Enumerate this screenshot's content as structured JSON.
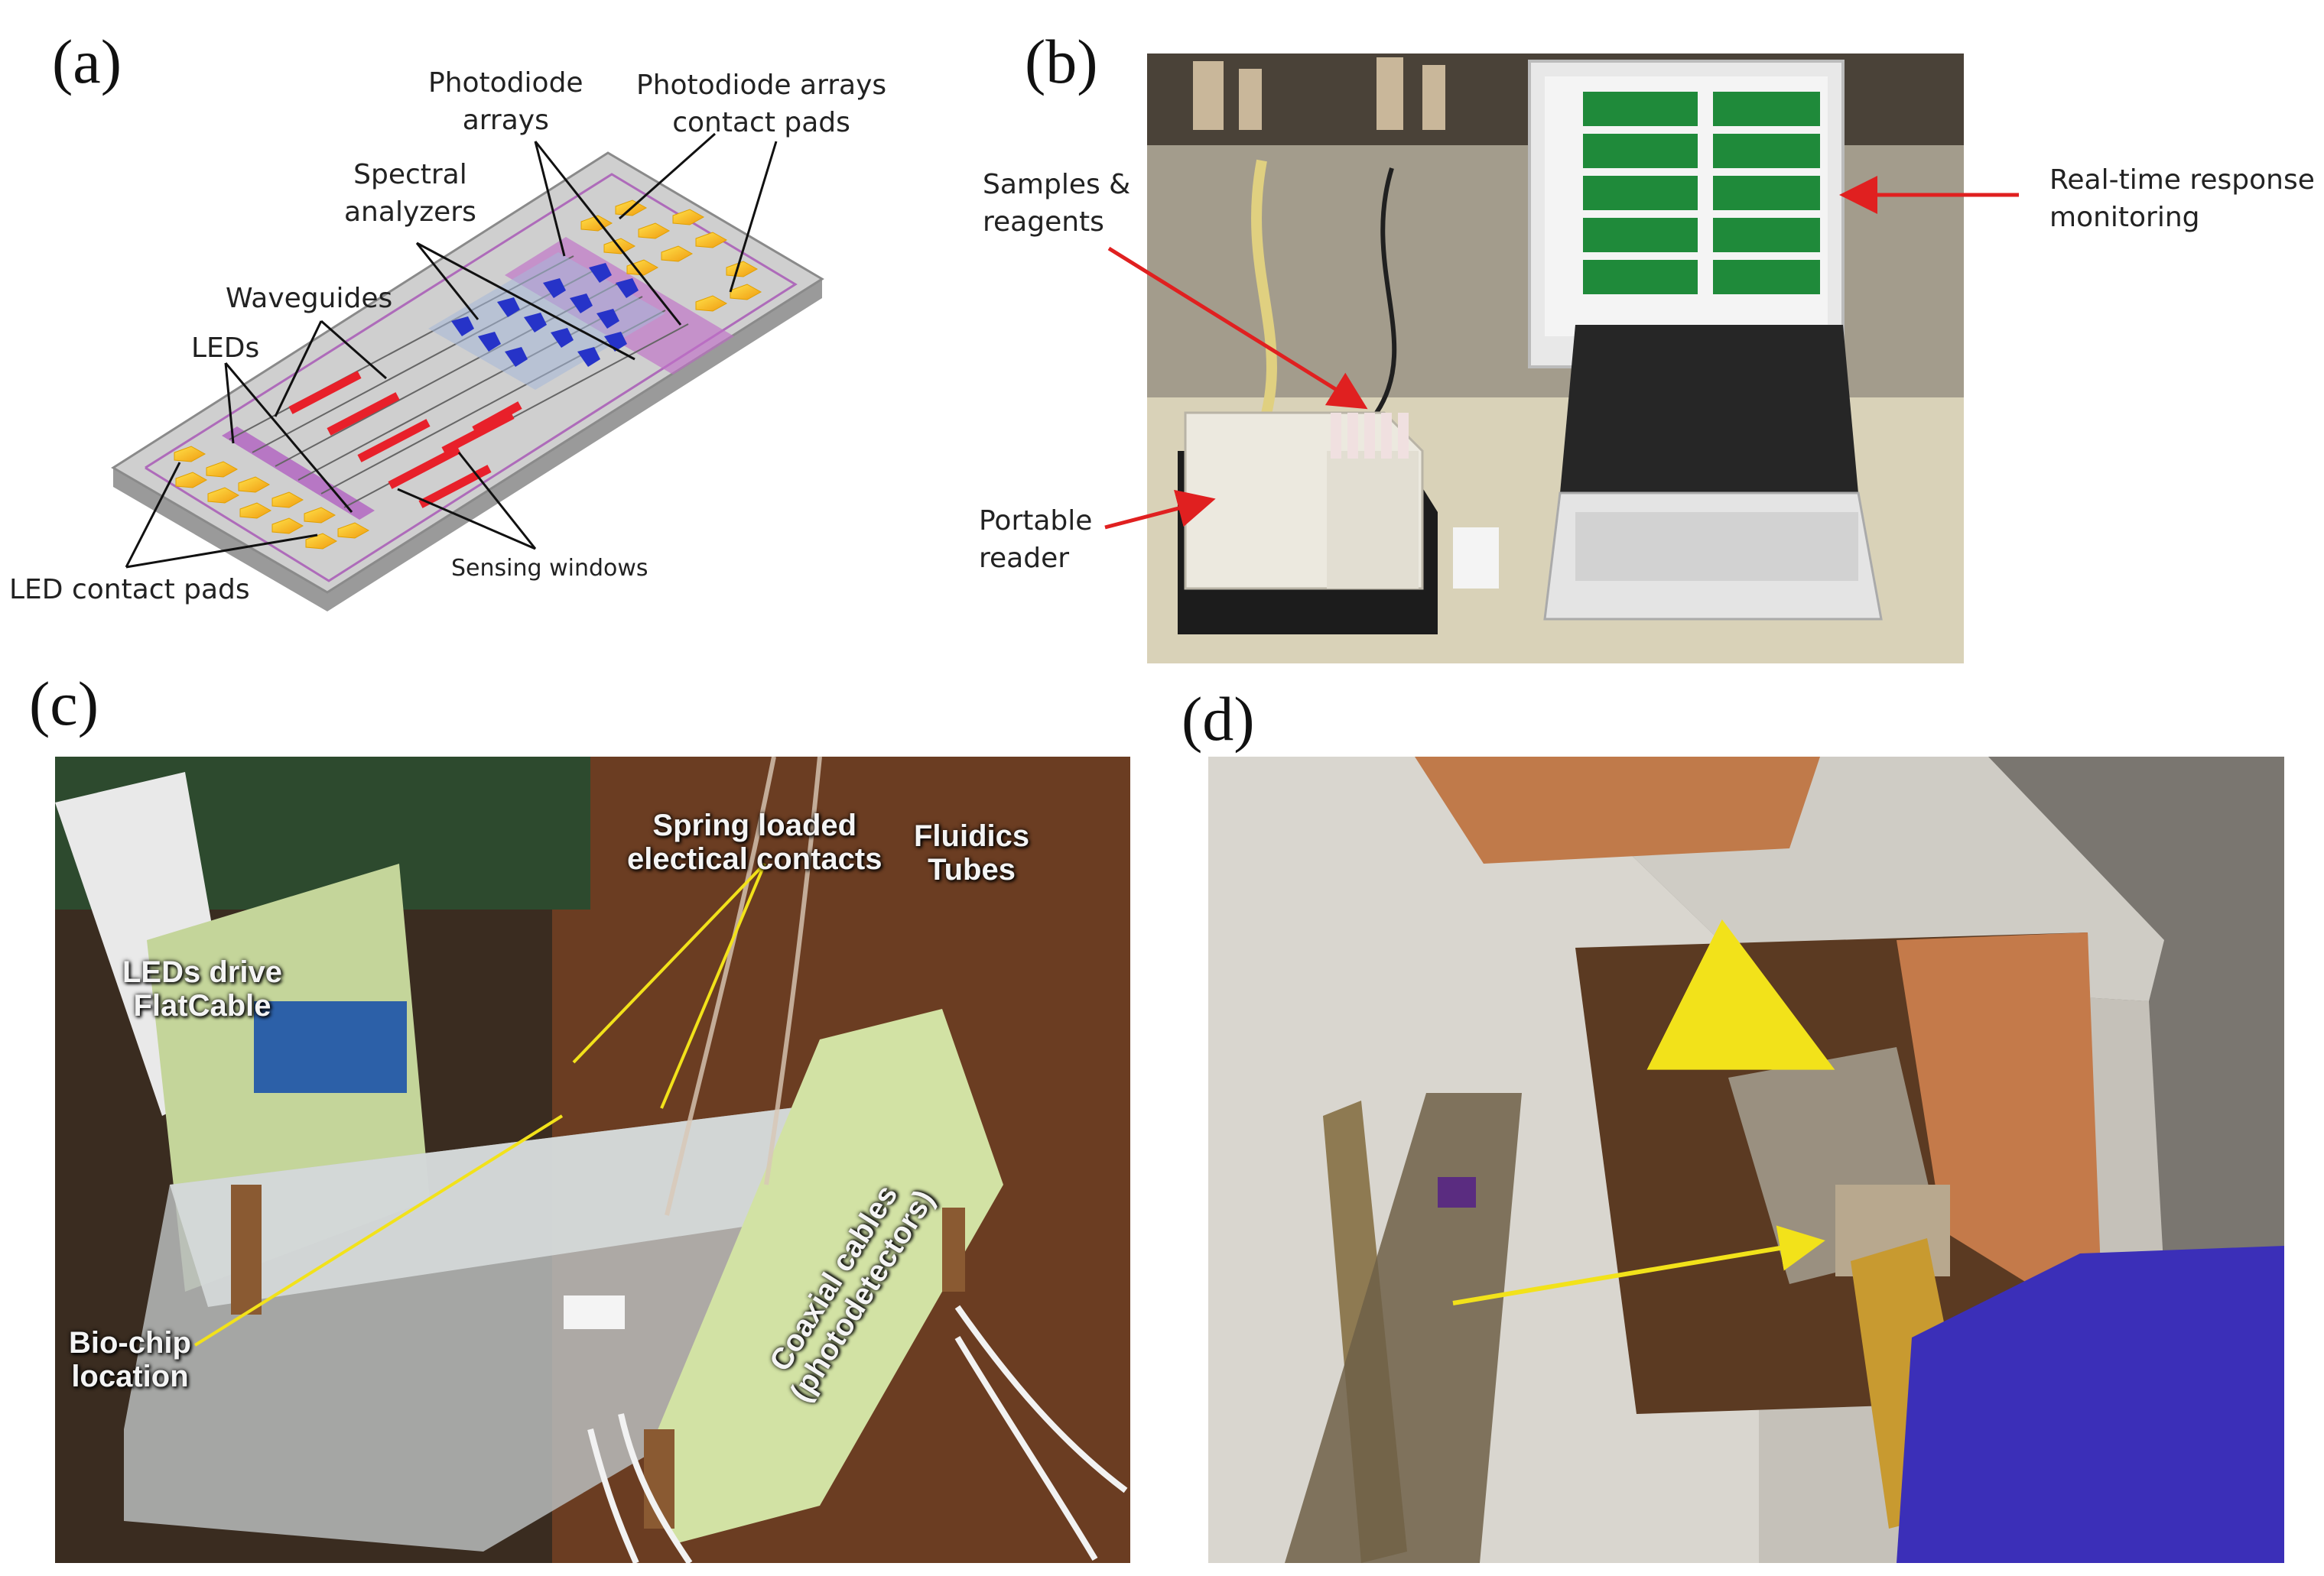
{
  "panels": {
    "a": {
      "letter": "(a)",
      "labels": {
        "photodiode_arrays": "Photodiode\narrays",
        "photodiode_pads": "Photodiode arrays\ncontact pads",
        "spectral_analyzers": "Spectral\nanalyzers",
        "waveguides": "Waveguides",
        "leds": "LEDs",
        "led_contact_pads": "LED contact pads",
        "sensing_windows": "Sensing windows"
      }
    },
    "b": {
      "letter": "(b)",
      "labels": {
        "samples": "Samples &\nreagents",
        "realtime": "Real-time response\nmonitoring",
        "portable_reader": "Portable\nreader"
      }
    },
    "c": {
      "letter": "(c)",
      "labels": {
        "spring_contacts": "Spring loaded\nelectical contacts",
        "fluidics": "Fluidics\nTubes",
        "leds_drive": "LEDs drive\nFlatCable",
        "biochip": "Bio-chip\nlocation",
        "coaxial": "Coaxial cables\n(photodetectors)"
      }
    },
    "d": {
      "letter": "(d)"
    }
  },
  "colors": {
    "arrow_black": "#111111",
    "arrow_red": "#e02020",
    "arrow_yellow": "#f2e21a",
    "waveguide_red": "#e8202a",
    "pad_yellow": "#f7c31c",
    "analyzer_blue": "#2633c8",
    "chip_purple": "#a040b0"
  }
}
